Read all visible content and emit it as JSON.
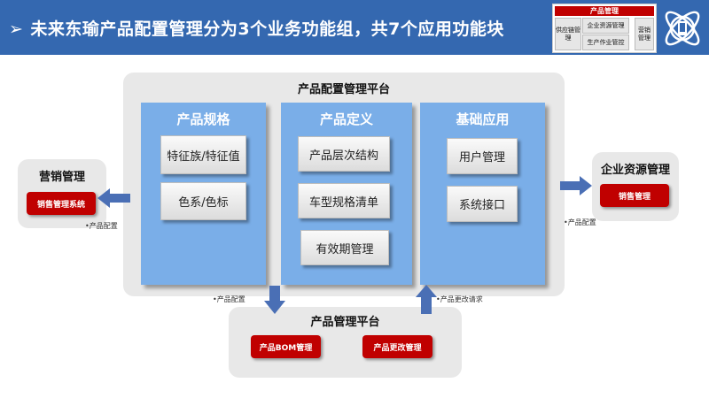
{
  "header": {
    "title": "未来东瑜产品配置管理分为3个业务功能组，共7个应用功能块",
    "bullet": "➢"
  },
  "mini_diagram": {
    "head": "产品管理",
    "cells": [
      "供应链管理",
      "企业资源管理",
      "生产作业管控",
      "营销管理"
    ]
  },
  "platform": {
    "title": "产品配置管理平台",
    "columns": [
      {
        "title": "产品规格",
        "items": [
          "特征族/特征值",
          "色系/色标"
        ]
      },
      {
        "title": "产品定义",
        "items": [
          "产品层次结构",
          "车型规格清单",
          "有效期管理"
        ]
      },
      {
        "title": "基础应用",
        "items": [
          "用户管理",
          "系统接口"
        ]
      }
    ]
  },
  "marketing": {
    "title": "营销管理",
    "button": "销售管理系统",
    "note": "•产品配置"
  },
  "erp": {
    "title": "企业资源管理",
    "button": "销售管理",
    "note": "•产品配置"
  },
  "product_mgmt": {
    "title": "产品管理平台",
    "buttons": [
      "产品BOM管理",
      "产品更改管理"
    ],
    "note_left": "•产品配置",
    "note_right": "•产品更改请求"
  },
  "colors": {
    "header": "#3468b0",
    "column": "#7aaee8",
    "arrow": "#4a6fb5",
    "button": "#c00000",
    "panel": "#e8e8e8"
  },
  "icons": {
    "logo": "atom-phone-icon"
  }
}
